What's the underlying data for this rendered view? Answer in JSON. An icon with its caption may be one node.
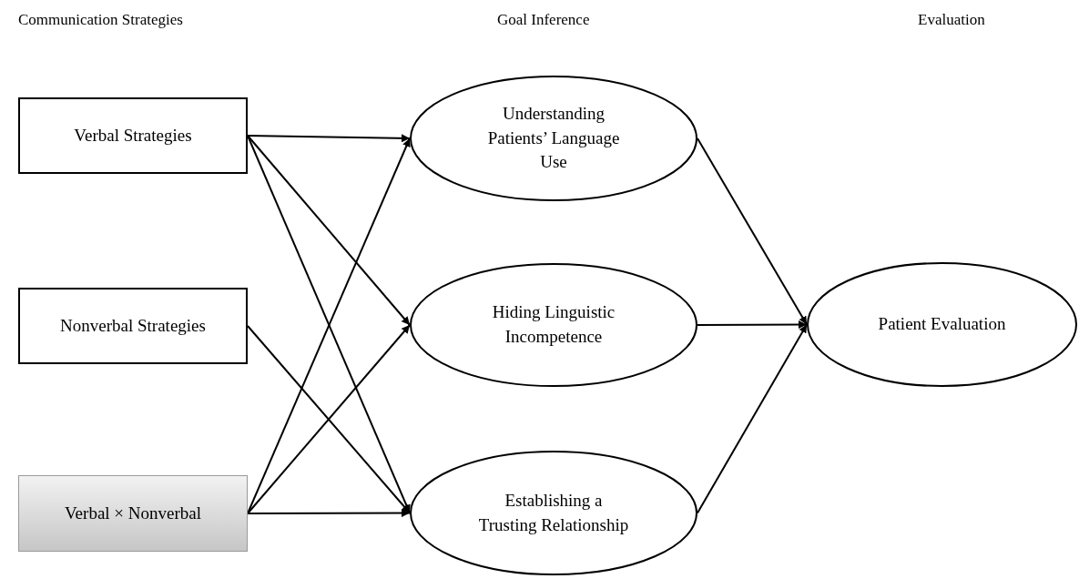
{
  "diagram": {
    "nodes": [
      {
        "text": [
          "Verbal Strategies"
        ]
      },
      {
        "text": [
          "Nonverbal Strategies"
        ]
      },
      {
        "text": [
          "Verbal ×  Nonverbal"
        ]
      },
      {
        "text": [
          "Understanding Patients’ Language Use"
        ]
      },
      {
        "text": [
          "Hiding Linguistic Incompetence"
        ]
      },
      {
        "text": [
          "Establishing a Trusting Relationship"
        ]
      },
      {
        "text": [
          "Patient Evaluation"
        ]
      }
    ],
    "edges": [
      {
        "from": 0,
        "to": 3,
        "arrow": "to"
      },
      {
        "from": 0,
        "to": 4,
        "arrow": "to"
      },
      {
        "from": 0,
        "to": 5,
        "arrow": "to"
      },
      {
        "from": 1,
        "to": 5,
        "arrow": "to"
      },
      {
        "from": 2,
        "to": 3,
        "arrow": "to"
      },
      {
        "from": 2,
        "to": 4,
        "arrow": "to"
      },
      {
        "from": 2,
        "to": 5,
        "arrow": "to"
      },
      {
        "from": 3,
        "to": 6,
        "arrow": "to"
      },
      {
        "from": 4,
        "to": 6,
        "arrow": "to"
      },
      {
        "from": 5,
        "to": 6,
        "arrow": "to"
      }
    ],
    "labels": [
      "Communication Strategies",
      "Goal Inference",
      "Evaluation"
    ]
  }
}
